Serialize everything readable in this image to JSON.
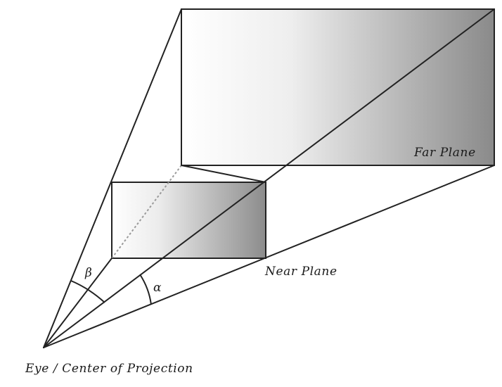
{
  "labels": {
    "far_plane": "Far Plane",
    "near_plane": "Near Plane",
    "eye": "Eye / Center of Projection",
    "alpha": "α",
    "beta": "β"
  },
  "colors": {
    "line": "#222222",
    "hidden_line": "#9a9a9a",
    "plane_gradient_start": "#ffffff",
    "plane_gradient_end": "#8c8c8c"
  }
}
